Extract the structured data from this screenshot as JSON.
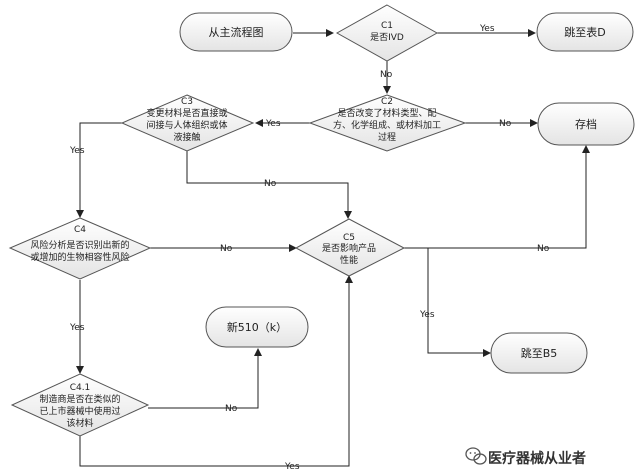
{
  "nodes": {
    "start": {
      "label": "从主流程图"
    },
    "c1": {
      "id": "C1",
      "label": "是否IVD"
    },
    "jump_d": {
      "label": "跳至表D"
    },
    "c2": {
      "id": "C2",
      "lines": [
        "是否改变了材料类型、配",
        "方、化学组成、或材料加工",
        "过程"
      ]
    },
    "c3": {
      "id": "C3",
      "lines": [
        "变更材料是否直接或",
        "间接与人体组织或体",
        "液接触"
      ]
    },
    "archive": {
      "label": "存档"
    },
    "c4": {
      "id": "C4",
      "lines": [
        "风险分析是否识别出新的",
        "或增加的生物相容性风险"
      ]
    },
    "c5": {
      "id": "C5",
      "lines": [
        "是否影响产品",
        "性能"
      ]
    },
    "new510k": {
      "label": "新510（k）"
    },
    "jump_b5": {
      "label": "跳至B5"
    },
    "c41": {
      "id": "C4.1",
      "lines": [
        "制造商是否在类似的",
        "已上市器械中使用过",
        "该材料"
      ]
    }
  },
  "edges": {
    "c1_yes": "Yes",
    "c1_no": "No",
    "c2_yes": "Yes",
    "c2_no": "No",
    "c3_yes": "Yes",
    "c3_no": "No",
    "c4_no": "No",
    "c4_yes": "Yes",
    "c5_no": "No",
    "c5_yes": "Yes",
    "c41_no": "No",
    "c41_yes": "Yes"
  },
  "watermark": {
    "text": "医疗器械从业者"
  }
}
